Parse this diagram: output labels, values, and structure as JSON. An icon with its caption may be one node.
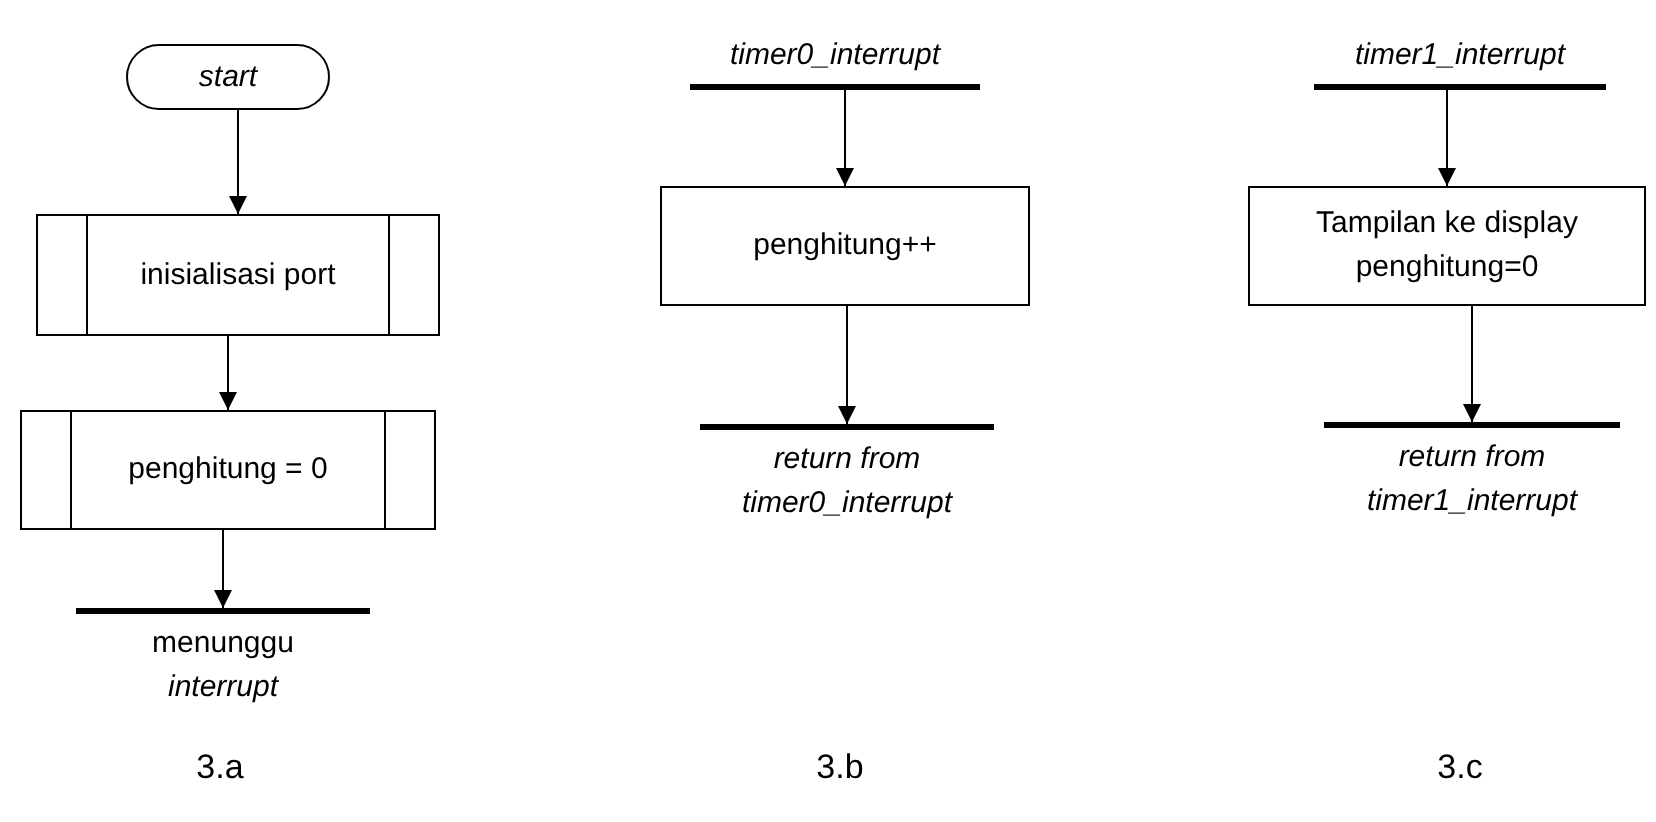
{
  "diagram": {
    "nodes": [
      {
        "text": [
          "start"
        ]
      },
      {
        "text": [
          "inisialisasi port"
        ]
      },
      {
        "text": [
          "penghitung = 0"
        ]
      },
      {
        "text": [
          "menunggu *interrupt*"
        ]
      },
      {
        "text": [
          "timer0_interrupt"
        ]
      },
      {
        "text": [
          "penghitung++"
        ]
      },
      {
        "text": [
          "return from timer0_interrupt"
        ]
      },
      {
        "text": [
          "timer1_interrupt"
        ]
      },
      {
        "text": [
          "Tampilan ke display",
          "penghitung=0"
        ]
      },
      {
        "text": [
          "return from timer1_interrupt"
        ]
      }
    ],
    "edges": [
      {
        "from": 0,
        "to": 1,
        "arrow": "to"
      },
      {
        "from": 1,
        "to": 2,
        "arrow": "to"
      },
      {
        "from": 2,
        "to": 3,
        "arrow": "to"
      },
      {
        "from": 4,
        "to": 5,
        "arrow": "to"
      },
      {
        "from": 5,
        "to": 6,
        "arrow": "to"
      },
      {
        "from": 7,
        "to": 8,
        "arrow": "to"
      },
      {
        "from": 8,
        "to": 9,
        "arrow": "to"
      }
    ],
    "labels": [
      "3.a",
      "3.b",
      "3.c"
    ]
  }
}
